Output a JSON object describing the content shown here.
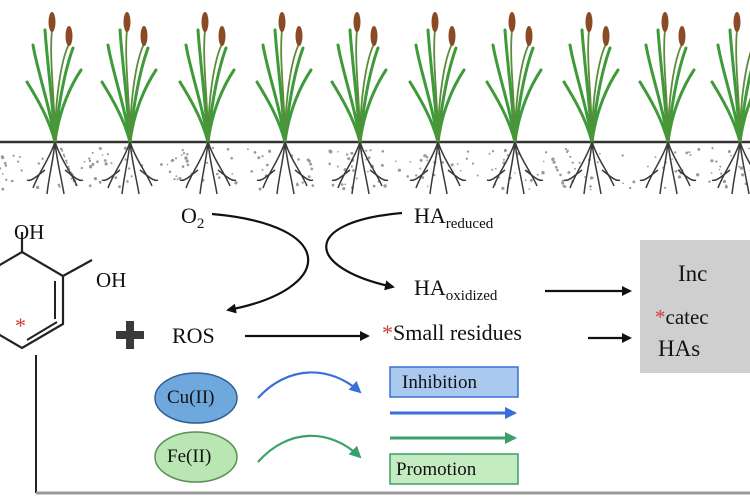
{
  "colors": {
    "soil_line": "#333333",
    "plant_leaf": "#3f9a3a",
    "cattail_head": "#8a4a24",
    "root": "#3a3a3a",
    "asterisk": "#d33a3a",
    "box_fill": "#cfcfcf",
    "cu_fill": "#6fa8dc",
    "fe_fill": "#b9e6b2",
    "inhibition_fill": "#a9c9ef",
    "promotion_fill": "#c5ecc1",
    "blue_arrow": "#3a6fd8",
    "green_arrow": "#3aa06a"
  },
  "molecule": {
    "oh_top": "OH",
    "oh_right": "OH",
    "ring_marker": "*"
  },
  "species": {
    "o2_base": "O",
    "o2_sub": "2",
    "ha_base": "HA",
    "ha_reduced_sub": "reduced",
    "ha_oxidized_sub": "oxidized",
    "ros": "ROS",
    "residue_marker": "*",
    "small_residues": "Small residues"
  },
  "plus_sign": "+",
  "metals": {
    "cu": "Cu(II)",
    "fe": "Fe(II)"
  },
  "effects": {
    "inhibition": "Inhibition",
    "promotion": "Promotion"
  },
  "result_box": {
    "line1": "Inc",
    "marker": "*",
    "line2": "catec",
    "line3": "HAs"
  }
}
